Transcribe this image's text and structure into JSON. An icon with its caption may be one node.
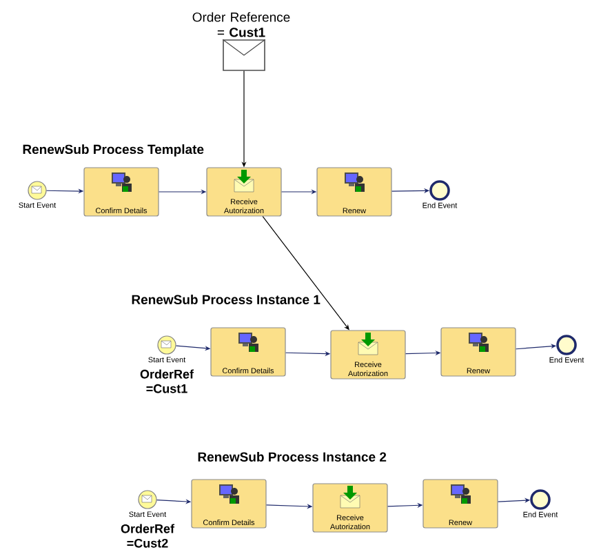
{
  "diagram": {
    "nodes": [
      {
        "text": [
          "Order Reference = **Cust1**"
        ]
      },
      {
        "text": [],
        "shape": "circle",
        "beside": [
          "Start Event"
        ]
      },
      {
        "text": [
          "Confirm Details"
        ]
      },
      {
        "text": [
          "Receive Autorization"
        ]
      },
      {
        "text": [
          "Renew"
        ]
      },
      {
        "text": [],
        "shape": "circle",
        "beside": [
          "End Event"
        ]
      },
      {
        "text": [],
        "shape": "circle",
        "beside": [
          "Start Event",
          "OrderRef =Cust1"
        ]
      },
      {
        "text": [
          "Confirm Details"
        ]
      },
      {
        "text": [
          "Receive Autorization"
        ]
      },
      {
        "text": [
          "Renew"
        ]
      },
      {
        "text": [],
        "shape": "circle",
        "beside": [
          "End Event"
        ]
      },
      {
        "text": [],
        "shape": "circle",
        "beside": [
          "Start Event",
          "OrderRef =Cust2"
        ]
      },
      {
        "text": [
          "Confirm Details"
        ]
      },
      {
        "text": [
          "Receive Autorization"
        ]
      },
      {
        "text": [
          "Renew"
        ]
      },
      {
        "text": [],
        "shape": "circle",
        "beside": [
          "End Event"
        ]
      }
    ],
    "edges": [
      {
        "from": 0,
        "to": 3,
        "arrow": "to",
        "color": "#000000"
      },
      {
        "from": 1,
        "to": 2,
        "arrow": "to"
      },
      {
        "from": 2,
        "to": 3,
        "arrow": "to"
      },
      {
        "from": 3,
        "to": 4,
        "arrow": "to"
      },
      {
        "from": 4,
        "to": 5,
        "arrow": "to"
      },
      {
        "from": 3,
        "to": 8,
        "arrow": "to",
        "color": "#000000"
      },
      {
        "from": 6,
        "to": 7,
        "arrow": "to"
      },
      {
        "from": 7,
        "to": 8,
        "arrow": "to"
      },
      {
        "from": 8,
        "to": 9,
        "arrow": "to"
      },
      {
        "from": 9,
        "to": 10,
        "arrow": "to"
      },
      {
        "from": 11,
        "to": 12,
        "arrow": "to"
      },
      {
        "from": 12,
        "to": 13,
        "arrow": "to"
      },
      {
        "from": 13,
        "to": 14,
        "arrow": "to"
      },
      {
        "from": 14,
        "to": 15,
        "arrow": "to"
      }
    ],
    "labels": [
      "RenewSub Process Template",
      "RenewSub Process Instance 1",
      "RenewSub Process Instance 2"
    ]
  }
}
